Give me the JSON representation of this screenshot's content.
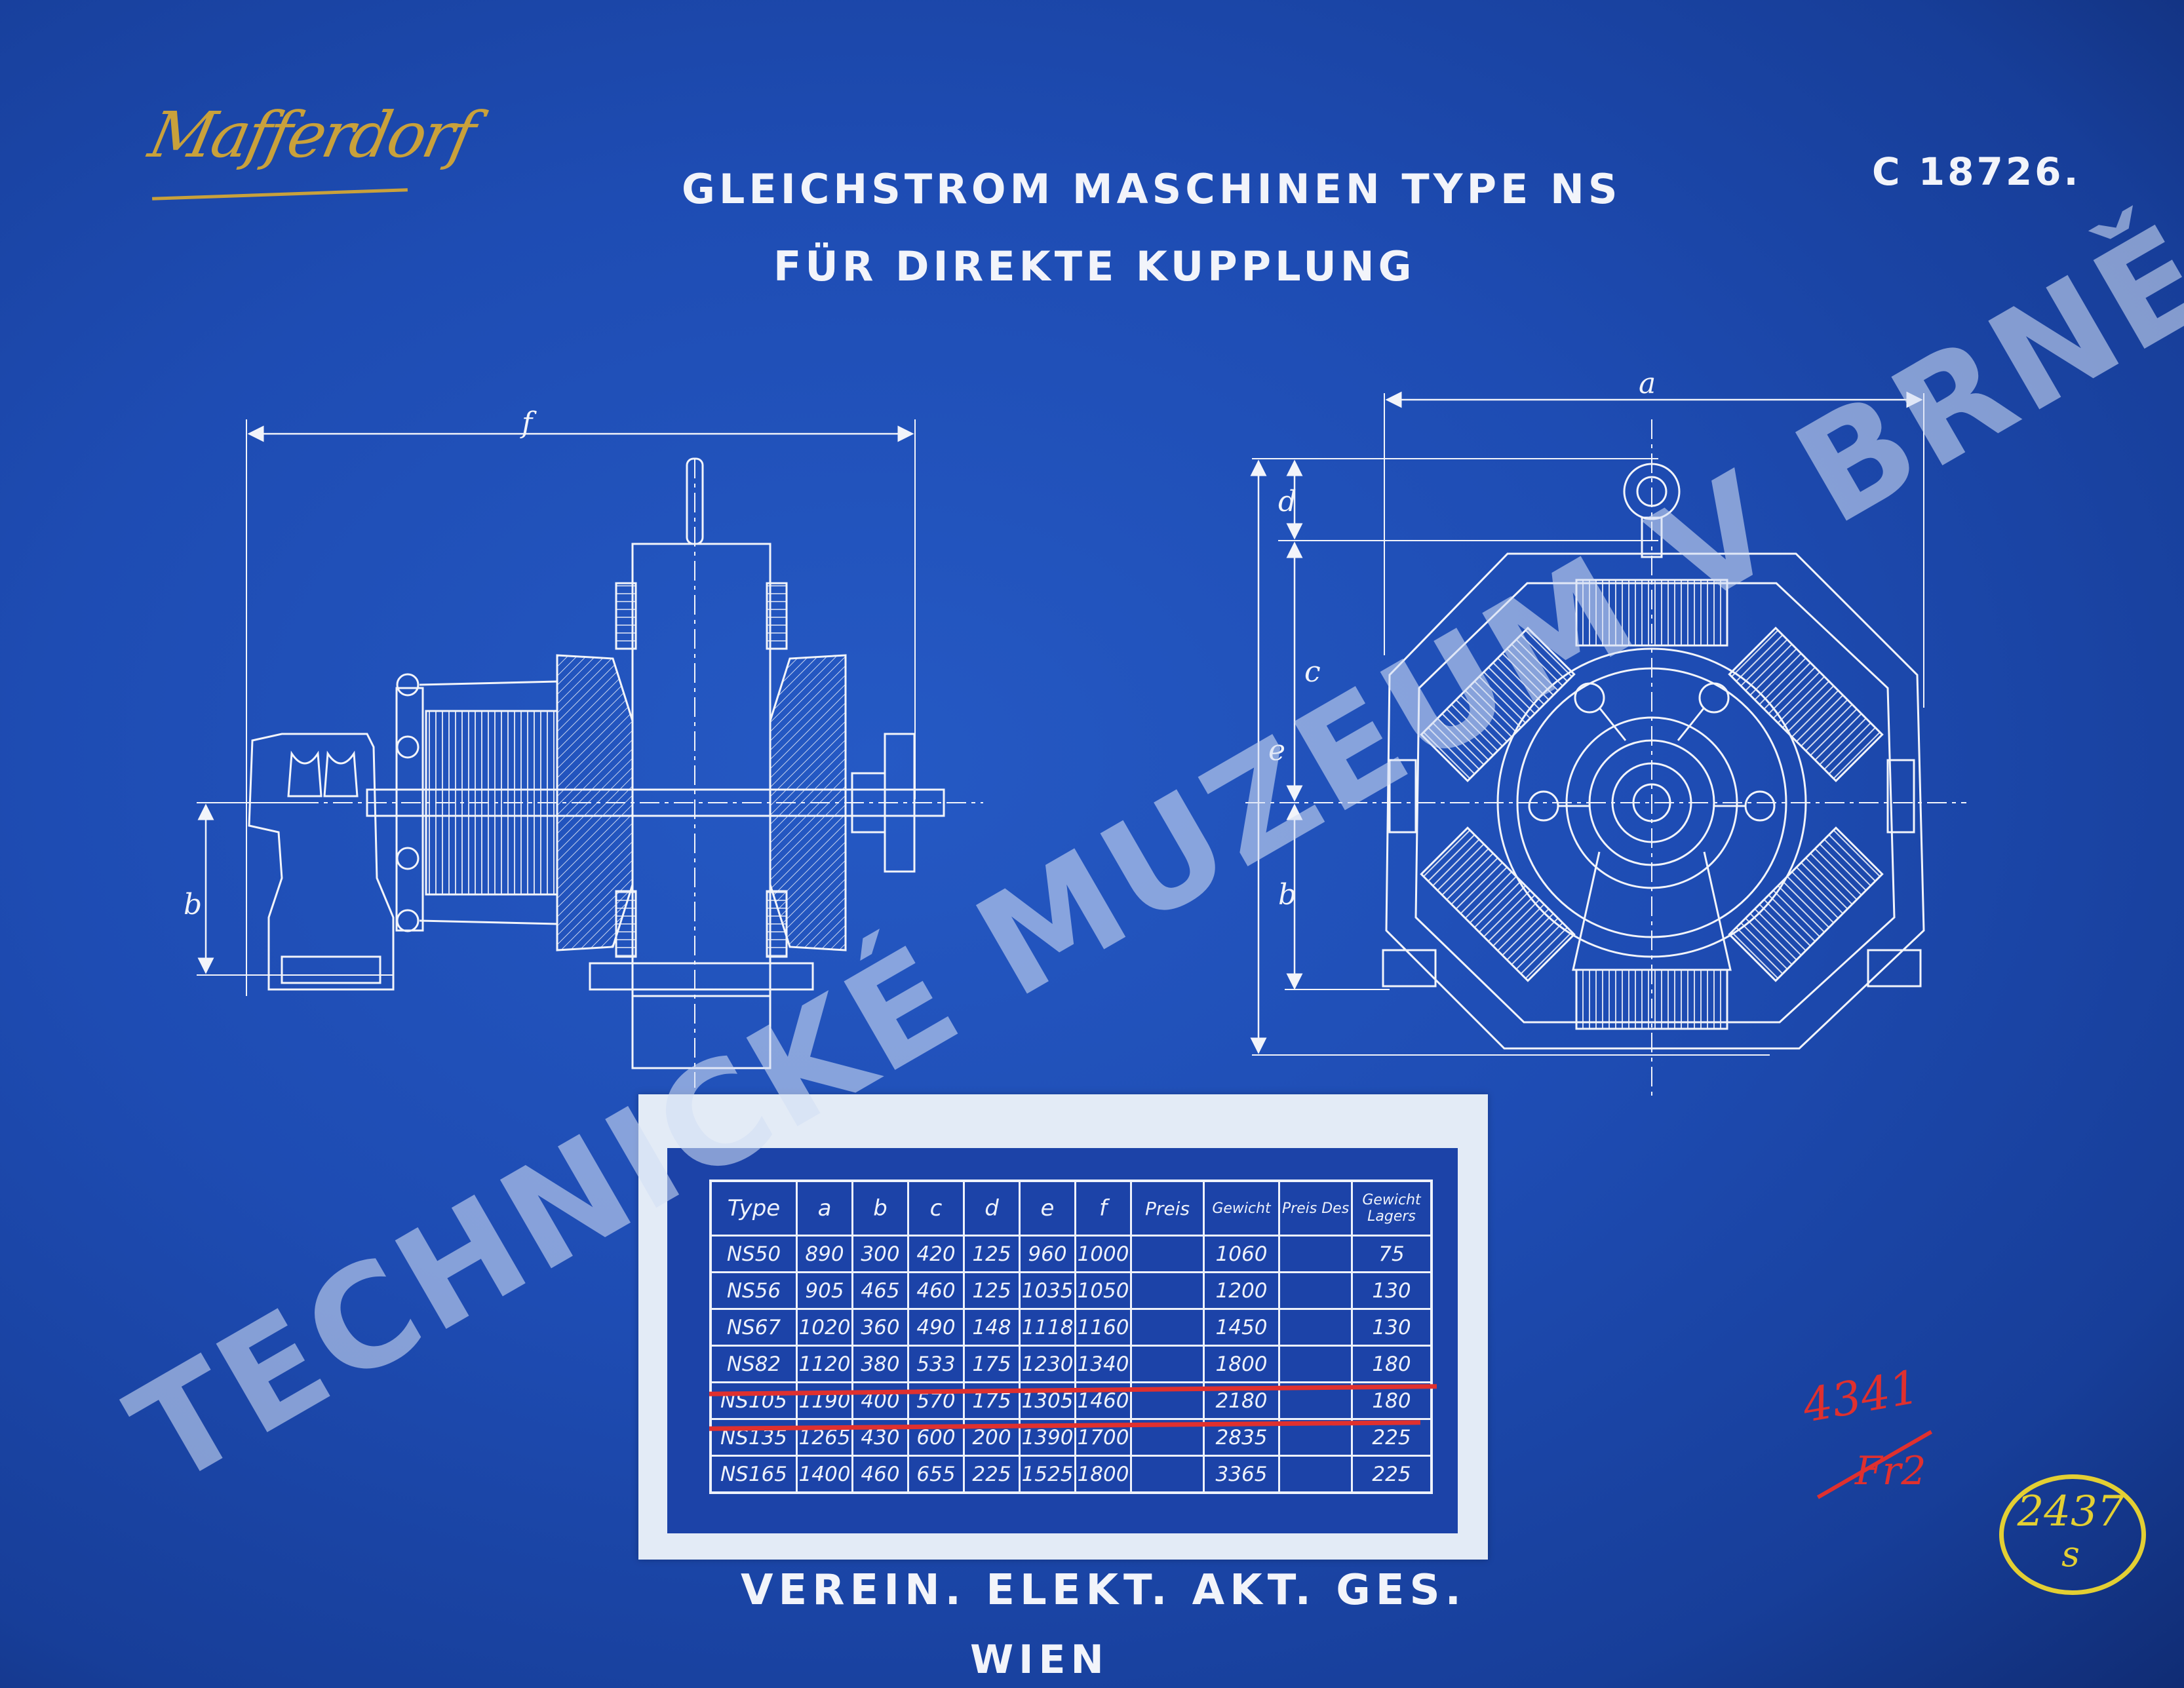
{
  "header": {
    "title_line1": "GLEICHSTROM MASCHINEN  TYPE   NS",
    "title_line2": "FÜR  DIREKTE  KUPPLUNG",
    "drawing_number": "C   18726."
  },
  "signature": "Mafferdorf",
  "drawing": {
    "side_view_labels": {
      "f": "f",
      "b": "b"
    },
    "front_view_labels": {
      "a": "a",
      "d": "d",
      "c": "c",
      "e": "e",
      "b": "b"
    }
  },
  "table": {
    "headers": [
      "Type",
      "a",
      "b",
      "c",
      "d",
      "e",
      "f",
      "Preis",
      "Gewicht",
      "Preis Des",
      "Gewicht Lagers"
    ],
    "rows": [
      [
        "NS50",
        "890",
        "300",
        "420",
        "125",
        "960",
        "1000",
        "",
        "1060",
        "",
        "75"
      ],
      [
        "NS56",
        "905",
        "465",
        "460",
        "125",
        "1035",
        "1050",
        "",
        "1200",
        "",
        "130"
      ],
      [
        "NS67",
        "1020",
        "360",
        "490",
        "148",
        "1118",
        "1160",
        "",
        "1450",
        "",
        "130"
      ],
      [
        "NS82",
        "1120",
        "380",
        "533",
        "175",
        "1230",
        "1340",
        "",
        "1800",
        "",
        "180"
      ],
      [
        "NS105",
        "1190",
        "400",
        "570",
        "175",
        "1305",
        "1460",
        "",
        "2180",
        "",
        "180"
      ],
      [
        "NS135",
        "1265",
        "430",
        "600",
        "200",
        "1390",
        "1700",
        "",
        "2835",
        "",
        "225"
      ],
      [
        "NS165",
        "1400",
        "460",
        "655",
        "225",
        "1525",
        "1800",
        "",
        "3365",
        "",
        "225"
      ]
    ]
  },
  "footer": {
    "maker": "VEREIN. ELEKT. AKT. GES.",
    "city": "WIEN"
  },
  "watermark": "TECHNICKÉ MUZEUM V BRNĚ",
  "annotations": {
    "red_number": "4341",
    "red_sub": "Fr2",
    "stamp_number": "2437",
    "stamp_sub": "s"
  },
  "colors": {
    "paper": "#1e4cb3",
    "ink": "#f2f4fa",
    "red_pencil": "#e0302e",
    "stamp": "#e3cf33",
    "signature": "#c9a13b"
  }
}
